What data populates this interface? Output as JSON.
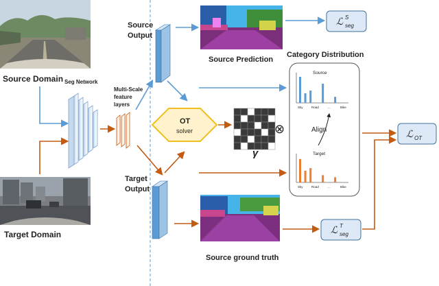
{
  "labels": {
    "source_domain": "Source Domain",
    "target_domain": "Target Domain",
    "seg_network": "Seg Network",
    "multiscale_1": "Multi-Scale",
    "multiscale_2": "feature",
    "multiscale_3": "layers",
    "source_output_1": "Source",
    "source_output_2": "Output",
    "target_output_1": "Target",
    "target_output_2": "Output",
    "source_prediction": "Source Prediction",
    "category_distribution": "Category Distribution",
    "source_ground_truth": "Source ground truth",
    "ot_title": "OT",
    "ot_solver": "solver",
    "gamma": "γ",
    "otimes": "⊗",
    "align": "Align"
  },
  "loss_source": {
    "main": "ℒ",
    "sup": "S",
    "sub": "seg"
  },
  "loss_target": {
    "main": "ℒ",
    "sup": "T",
    "sub": "seg"
  },
  "loss_ot": {
    "main": "ℒ",
    "sub": "OT"
  },
  "dist_source": {
    "title": "Source",
    "categories": [
      "Sky",
      "Road",
      "...",
      "Bike"
    ],
    "values": [
      0.95,
      0.35,
      0.45,
      0.7,
      0.22
    ]
  },
  "dist_target": {
    "title": "Target",
    "categories": [
      "Sky",
      "Road",
      "...",
      "Bike"
    ],
    "values": [
      0.9,
      0.45,
      0.55,
      0.28,
      0.2
    ]
  },
  "colors": {
    "blue": "#5b9bd5",
    "orange": "#c55a11",
    "ot_fill": "#fff2cc",
    "ot_stroke": "#f0c020",
    "loss_fill": "#dde9f7",
    "loss_stroke": "#41719c"
  }
}
